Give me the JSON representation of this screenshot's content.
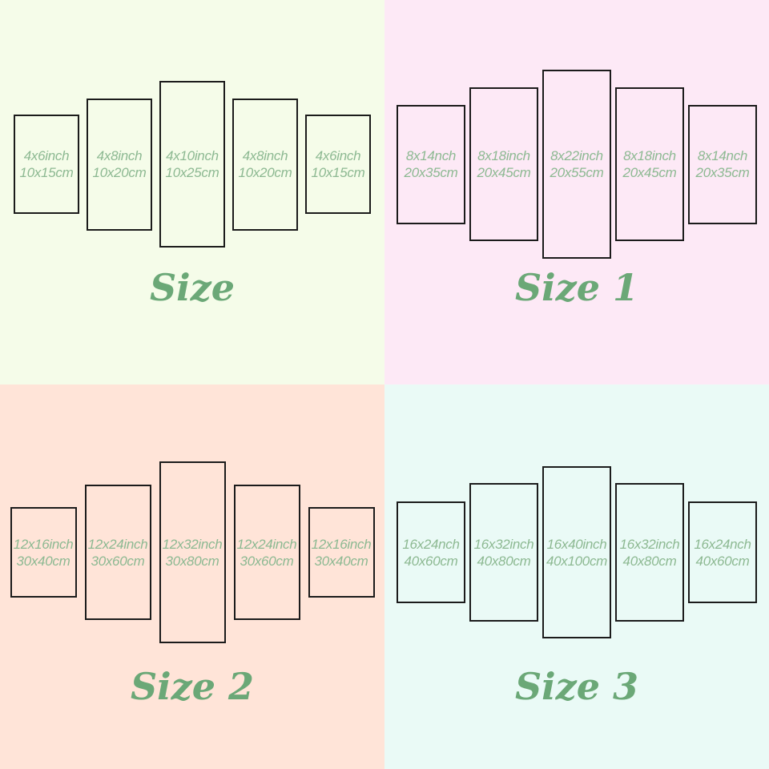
{
  "colors": {
    "q1-bg": "#f5fce9",
    "q2-bg": "#fde9f6",
    "q3-bg": "#ffe4d8",
    "q4-bg": "#eafaf6",
    "panel-border": "#1b1b1b",
    "panel-text": "#8db992",
    "title-text": "#6ba877"
  },
  "quadrants": [
    {
      "title": "Size",
      "panels": [
        {
          "inch": "4x6inch",
          "cm": "10x15cm"
        },
        {
          "inch": "4x8inch",
          "cm": "10x20cm"
        },
        {
          "inch": "4x10inch",
          "cm": "10x25cm"
        },
        {
          "inch": "4x8inch",
          "cm": "10x20cm"
        },
        {
          "inch": "4x6inch",
          "cm": "10x15cm"
        }
      ]
    },
    {
      "title": "Size 1",
      "panels": [
        {
          "inch": "8x14nch",
          "cm": "20x35cm"
        },
        {
          "inch": "8x18inch",
          "cm": "20x45cm"
        },
        {
          "inch": "8x22inch",
          "cm": "20x55cm"
        },
        {
          "inch": "8x18inch",
          "cm": "20x45cm"
        },
        {
          "inch": "8x14nch",
          "cm": "20x35cm"
        }
      ]
    },
    {
      "title": "Size 2",
      "panels": [
        {
          "inch": "12x16inch",
          "cm": "30x40cm"
        },
        {
          "inch": "12x24inch",
          "cm": "30x60cm"
        },
        {
          "inch": "12x32inch",
          "cm": "30x80cm"
        },
        {
          "inch": "12x24inch",
          "cm": "30x60cm"
        },
        {
          "inch": "12x16inch",
          "cm": "30x40cm"
        }
      ]
    },
    {
      "title": "Size 3",
      "panels": [
        {
          "inch": "16x24nch",
          "cm": "40x60cm"
        },
        {
          "inch": "16x32inch",
          "cm": "40x80cm"
        },
        {
          "inch": "16x40inch",
          "cm": "40x100cm"
        },
        {
          "inch": "16x32inch",
          "cm": "40x80cm"
        },
        {
          "inch": "16x24nch",
          "cm": "40x60cm"
        }
      ]
    }
  ]
}
